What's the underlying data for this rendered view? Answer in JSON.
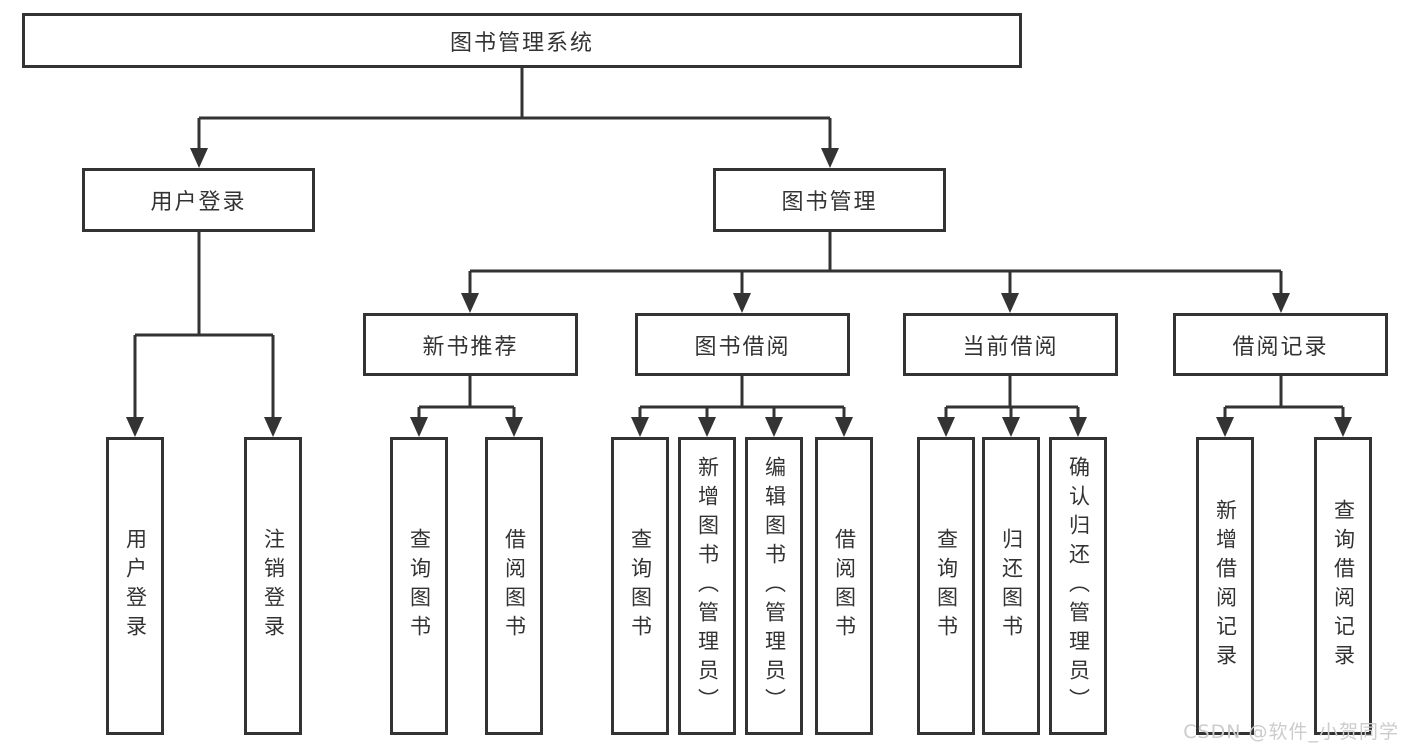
{
  "diagram": {
    "root": {
      "label": "图书管理系统"
    },
    "level2": [
      {
        "label": "用户登录"
      },
      {
        "label": "图书管理"
      }
    ],
    "level3": [
      {
        "label": "新书推荐"
      },
      {
        "label": "图书借阅"
      },
      {
        "label": "当前借阅"
      },
      {
        "label": "借阅记录"
      }
    ],
    "leaves": {
      "user_login": [
        "用户登录",
        "注销登录"
      ],
      "new_books": [
        "查询图书",
        "借阅图书"
      ],
      "book_borrow": [
        "查询图书",
        "新增图书（管理员）",
        "编辑图书（管理员）",
        "借阅图书"
      ],
      "current_borrow": [
        "查询图书",
        "归还图书",
        "确认归还（管理员）"
      ],
      "borrow_records": [
        "新增借阅记录",
        "查询借阅记录"
      ]
    }
  },
  "watermark": {
    "text": "CSDN @软件_小贺同学"
  },
  "colors": {
    "line": "#333333",
    "background": "#ffffff",
    "watermark": "#cccccc"
  }
}
